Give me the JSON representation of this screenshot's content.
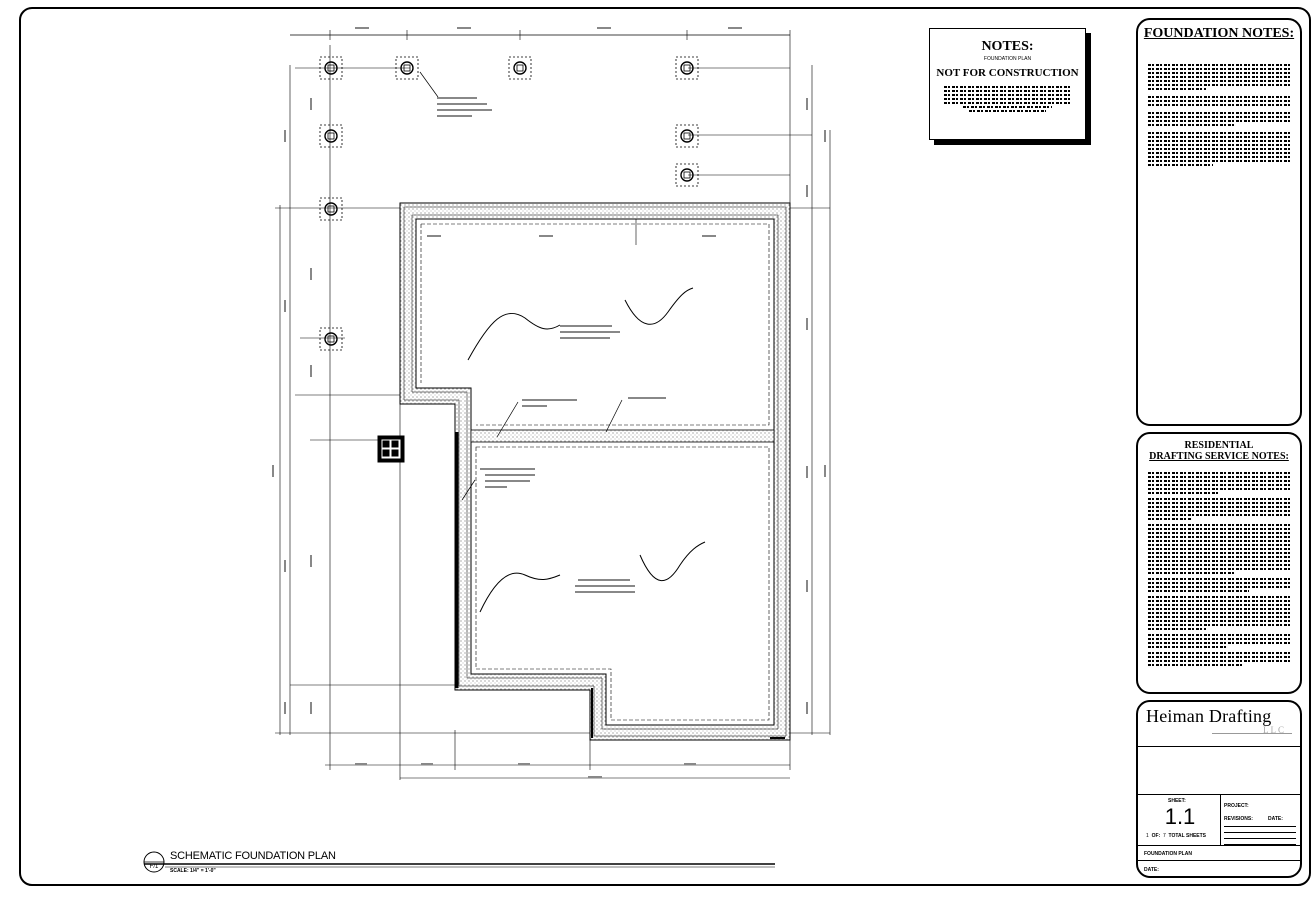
{
  "plan": {
    "title": "SCHEMATIC FOUNDATION PLAN",
    "scale": "SCALE: 1/4\" = 1'-0\"",
    "callout_number": "F/1"
  },
  "notes_card": {
    "title": "NOTES:",
    "subtitle": "FOUNDATION PLAN",
    "warning": "NOT FOR CONSTRUCTION"
  },
  "foundation_notes": {
    "title": "FOUNDATION NOTES:"
  },
  "drafting_notes": {
    "title_line1": "RESIDENTIAL",
    "title_line2": "DRAFTING SERVICE NOTES:"
  },
  "title_block": {
    "company": "Heiman Drafting",
    "company_suffix": "LLC",
    "sheet_label": "SHEET:",
    "sheet_number": "1.1",
    "project_label": "PROJECT:",
    "revisions_label": "REVISIONS:",
    "date_label": "DATE:",
    "of_label": "OF:",
    "total_sheets_label": "TOTAL SHEETS",
    "sheet_index": "1",
    "total_sheets": "7",
    "sheet_title": "FOUNDATION PLAN",
    "date_footer_label": "DATE:"
  },
  "colors": {
    "ink": "#000000",
    "paper": "#ffffff",
    "hatch": "#9a9a9a"
  }
}
